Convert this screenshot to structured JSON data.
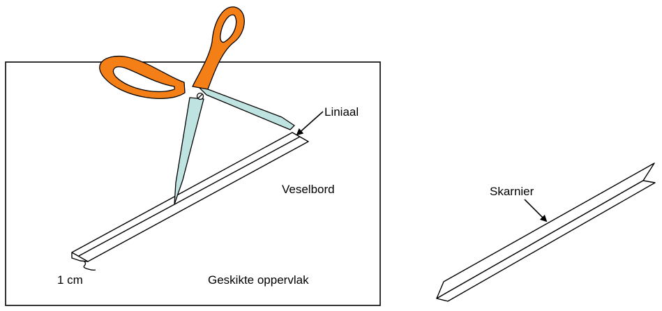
{
  "labels": {
    "ruler": "Liniaal",
    "fiberboard": "Veselbord",
    "surface": "Geskikte oppervlak",
    "width": "1 cm",
    "hinge": "Skarnier"
  },
  "colors": {
    "handle": "#f57f17",
    "blade": "#bfe3e0",
    "outline": "#000000"
  },
  "icons": {
    "scissors": "scissors-icon"
  }
}
